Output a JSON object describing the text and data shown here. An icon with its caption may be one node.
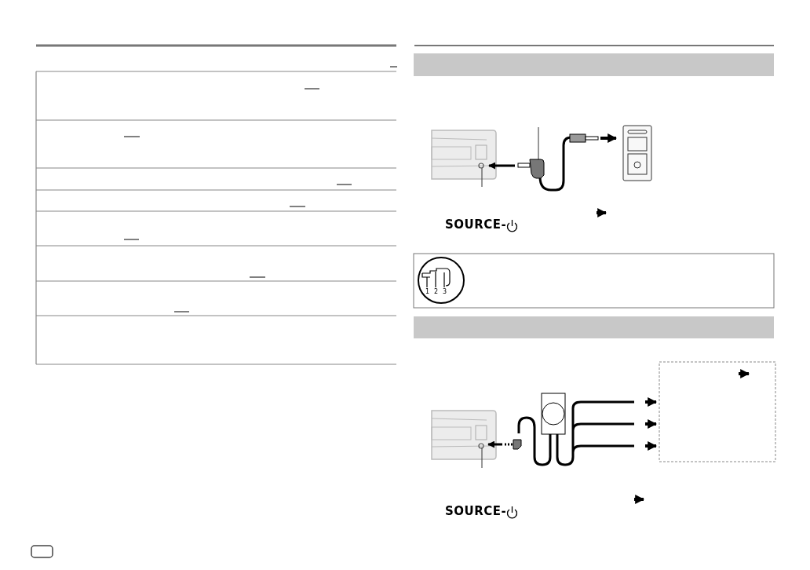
{
  "diagram": {
    "nodes": [
      {
        "text": [],
        "shape": "bar"
      },
      {
        "text": [],
        "shape": "bar"
      }
    ],
    "labels": [
      "SOURCE-",
      "1",
      "2",
      "3",
      "SOURCE-"
    ]
  }
}
